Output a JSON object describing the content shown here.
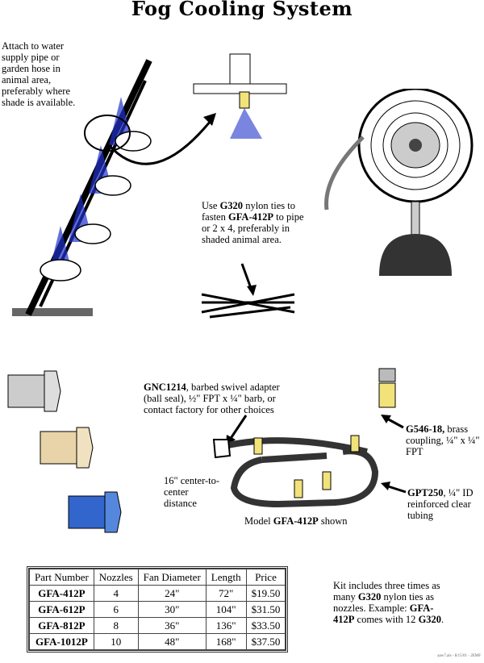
{
  "title": "Fog Cooling System",
  "notes": {
    "attach": "Attach to water supply pipe or garden hose in animal area, preferably where shade is available.",
    "ties_pre": "Use ",
    "ties_b1": "G320",
    "ties_mid1": " nylon ties to fasten ",
    "ties_b2": "GFA-412P",
    "ties_post": " to pipe or 2 x 4, preferably in shaded animal area.",
    "gnc_b": "GNC1214",
    "gnc_text": ", barbed swivel adapter (ball seal), ½\" FPT x ¼\" barb, or contact factory for other choices",
    "g546_b": "G546-18,",
    "g546_text": " brass coupling, ¼\" x ¼\" FPT",
    "gpt_b": "GPT250",
    "gpt_text": ", ¼\" ID reinforced clear tubing",
    "center": "16\" center-to-center distance",
    "model_pre": "Model ",
    "model_b": "GFA-412P",
    "model_post": " shown",
    "kit_1": "Kit includes three times as many ",
    "kit_b1": "G320",
    "kit_2": " nylon ties as nozzles.  Example: ",
    "kit_b2": "GFA-412P",
    "kit_3": " comes with 12 ",
    "kit_b3": "G320",
    "kit_4": ".",
    "footer": "aaw7.als - 8/15/01 - 2EMF"
  },
  "table": {
    "headers": [
      "Part Number",
      "Nozzles",
      "Fan Diameter",
      "Length",
      "Price"
    ],
    "rows": [
      [
        "GFA-412P",
        "4",
        "24\"",
        "72\"",
        "$19.50"
      ],
      [
        "GFA-612P",
        "6",
        "30\"",
        "104\"",
        "$31.50"
      ],
      [
        "GFA-812P",
        "8",
        "36\"",
        "136\"",
        "$33.50"
      ],
      [
        "GFA-1012P",
        "10",
        "48\"",
        "168\"",
        "$37.50"
      ]
    ]
  },
  "colors": {
    "spray": "#2233cc",
    "brass": "#f2e27a",
    "nozzle_blue": "#3366cc",
    "nozzle_tan": "#e8d4a8"
  }
}
